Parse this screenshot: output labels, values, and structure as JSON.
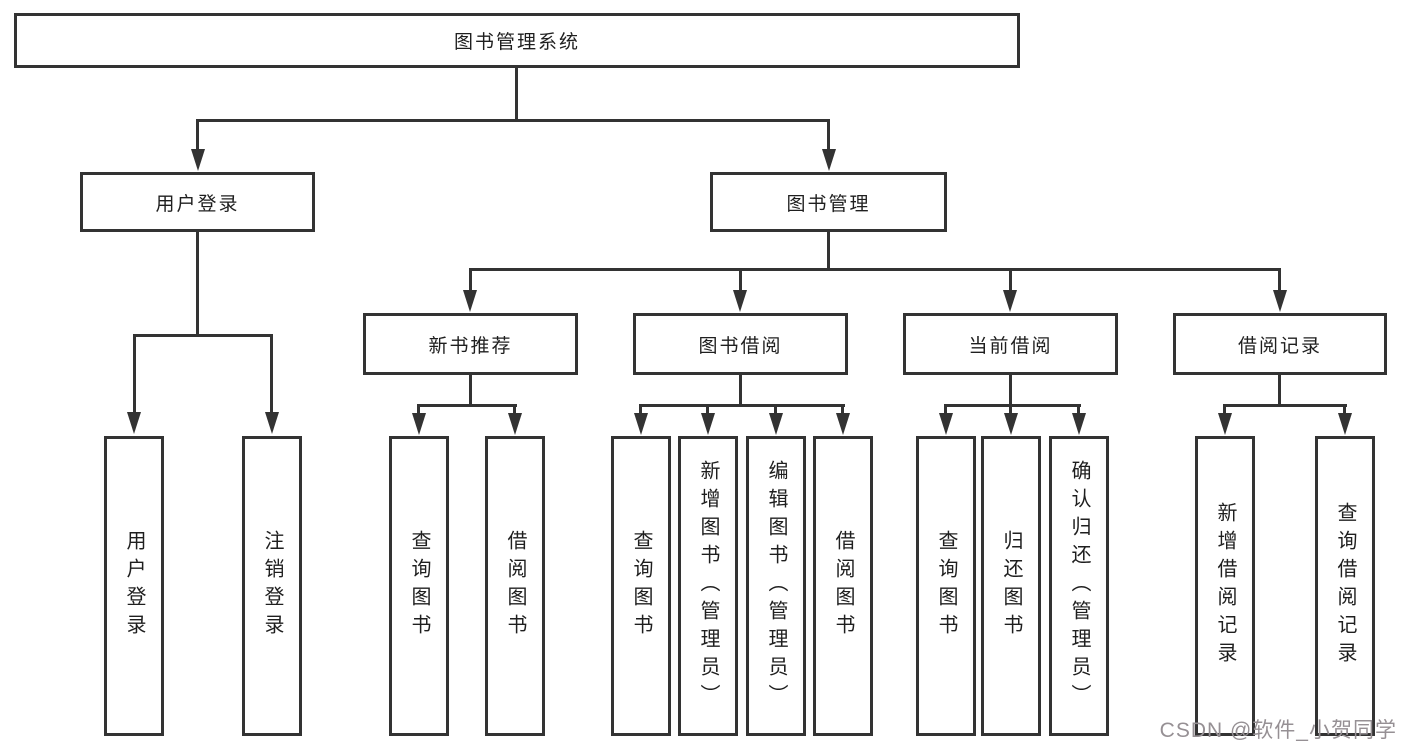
{
  "colors": {
    "line": "#333333",
    "text": "#1f1f1f",
    "background": "#ffffff",
    "watermark": "#969094"
  },
  "tree": {
    "root": {
      "label": "图书管理系统"
    },
    "level2": [
      {
        "id": "user-login",
        "label": "用户登录"
      },
      {
        "id": "book-management",
        "label": "图书管理"
      }
    ],
    "level3": [
      {
        "id": "new-book-recommend",
        "label": "新书推荐"
      },
      {
        "id": "book-borrowing",
        "label": "图书借阅"
      },
      {
        "id": "current-borrowing",
        "label": "当前借阅"
      },
      {
        "id": "borrowing-records",
        "label": "借阅记录"
      }
    ],
    "leaves": {
      "user_login": [
        "用户登录",
        "注销登录"
      ],
      "new_book_recommend": [
        "查询图书",
        "借阅图书"
      ],
      "book_borrowing": [
        "查询图书",
        "新增图书（管理员）",
        "编辑图书（管理员）",
        "借阅图书"
      ],
      "current_borrowing": [
        "查询图书",
        "归还图书",
        "确认归还（管理员）"
      ],
      "borrowing_records": [
        "新增借阅记录",
        "查询借阅记录"
      ]
    }
  },
  "watermark": {
    "text": "CSDN @软件_小贺同学"
  }
}
